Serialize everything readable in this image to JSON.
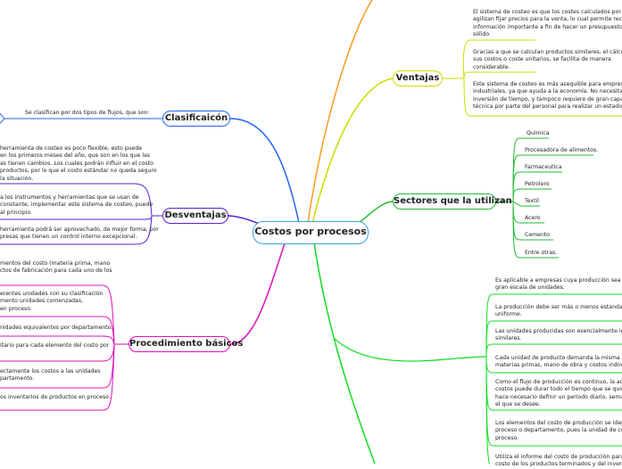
{
  "central": "Costos por procesos",
  "branches": {
    "clasificacion": {
      "title": "Clasificaicón",
      "items": [
        "Se clasifican por dos tipos de flujos, que son:"
      ]
    },
    "desventajas": {
      "title": "Desventajas",
      "items": [
        "herramienta de costeo es poco flexible, esto puede\nen los primeros meses del año, que son en los que las\nas tienen cambios. Los cuales podrán influir en el costo\nproductos, por lo que el costo estándar no queda seguro\nla situación.",
        "a los instrumentos y herramientas que se usan de\nconstante, implementar este sistema de costeo, puede\nal principio.",
        "herramienta podrá ser aprovechado, de mejor forma, por\npresas que tienen un control interno excepcional."
      ]
    },
    "procedimiento": {
      "title": "Procedimiento básicos",
      "intro": "mentos del costo (materia prima, mano\nctos de fabricación para cada uno de los",
      "items": [
        "erentes unidades con su clasificación\nmento unidades comenzadas,\nen proceso.",
        "nidades equivalentes por departamento.",
        "itario para cada elemento del costo por",
        "ectamente los costos a las unidades\npartamento.",
        "os inventarios de productos en proceso."
      ]
    },
    "ventajas": {
      "title": "Ventajas",
      "items": [
        "El sistema de costeo es que los costes calculados por él,\nagilizan fijar precios para la venta, lo cual permite recopilar\ninformación importante a fin de hacer un presupuesto que s\nsólido.",
        "Gracias a que se calculan productos similares, el cálculo de\nsus costos o coste unitarios, se facilita de manera\nconsiderable.",
        "Este sistema de costeo es más asequible para empresas\nindustriales, ya que ayuda a la economía. No necesita de gra\ninversión de tiempo, y tampoco requiere de gran capacidad\ntécnica por parte del personal para realizar un estado unitar"
      ]
    },
    "sectores": {
      "title": "Sectores que la utilizan",
      "items": [
        "Química",
        "Procesadora de alimentos.",
        "Farmaceutica",
        "Petrolero",
        "Textil",
        "Acero",
        "Cemento",
        "Entre otras."
      ]
    },
    "caracteristicas": {
      "items": [
        "Es aplicable a empresas cuya producción sea conti\ngran escala de unidades.",
        "La producción debe ser más o menos estandarizad\nuniforme.",
        "Las unidades producidas son esencialmente iguale\nsimilares.",
        "Cada unidad de producto demanda la misma cantid\nmaterias primas, mano de obra y costos indirectos.",
        "Como el flujo de producción es continuo, la acumula\ncostos puede durar todo el tiempo que se quiera. A\nhace necesario definir un período diario, semanal,\nel que se desee.",
        "Los elementos del costo de producción se identifica\nproceso o departamento, pues la unidad de costeo\nproceso.",
        "Utiliza el informe del costo de producción para dete\ncosto de los productos terminados y del inventario"
      ]
    }
  },
  "colors": {
    "central": "#3aa0e0",
    "clasificacion": "#2266ee",
    "desventajas": "#5522cc",
    "procedimiento": "#dd11bb",
    "ventajas": "#ccdd00",
    "sectores": "#22bb33",
    "caracteristicas": "#11dd22",
    "top": "#ff9922"
  }
}
